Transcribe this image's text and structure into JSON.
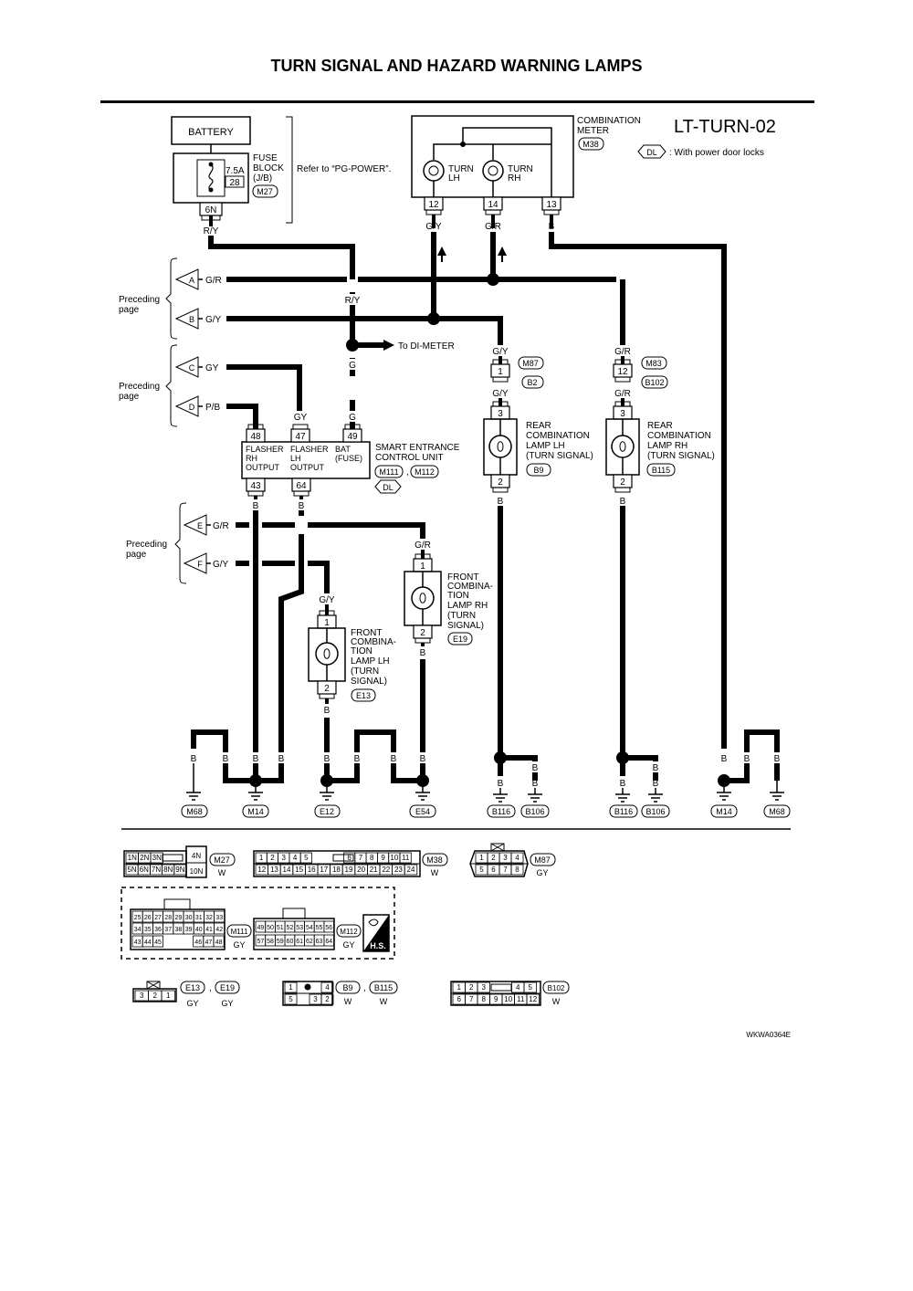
{
  "title": "TURN SIGNAL AND HAZARD WARNING LAMPS",
  "diagram_id": "LT-TURN-02",
  "legend": {
    "badge": "DL",
    "text": ": With power door locks"
  },
  "battery": "BATTERY",
  "fuse_block": {
    "l1": "FUSE",
    "l2": "BLOCK",
    "l3": "(J/B)",
    "conn": "M27",
    "amp": "7.5A",
    "num": "28",
    "pin": "6N",
    "wire": "R/Y"
  },
  "refer": "Refer to “PG-POWER”.",
  "meter": {
    "l1": "COMBINATION",
    "l2": "METER",
    "conn": "M38",
    "lh_l1": "TURN",
    "lh_l2": "LH",
    "rh_l1": "TURN",
    "rh_l2": "RH",
    "pin12": "12",
    "pin14": "14",
    "pin13": "13",
    "w12": "G/Y",
    "w14": "G/R",
    "w13": "B"
  },
  "preceding": {
    "text1": "Preceding",
    "text2": "page",
    "A": "A",
    "B": "B",
    "C": "C",
    "D": "D",
    "E": "E",
    "F": "F",
    "wA": "G/R",
    "wB": "G/Y",
    "wC": "GY",
    "wD": "P/B",
    "wE": "G/R",
    "wF": "G/Y"
  },
  "ry_mid": "R/Y",
  "dimeter": "To DI-METER",
  "g_wire": "G",
  "gy_wire": "GY",
  "secu": {
    "l1": "SMART ENTRANCE",
    "l2": "CONTROL UNIT",
    "conn1": "M111",
    "comma": ",",
    "conn2": "M112",
    "dl": "DL",
    "p48": "48",
    "p47": "47",
    "p49": "49",
    "p43": "43",
    "p64": "64",
    "c1a": "FLASHER",
    "c1b": "RH",
    "c1c": "OUTPUT",
    "c2a": "FLASHER",
    "c2b": "LH",
    "c2c": "OUTPUT",
    "c3a": "BAT",
    "c3b": "(FUSE)"
  },
  "rear_lh": {
    "w_top": "G/Y",
    "conn": "M87",
    "pin": "1",
    "conn2": "B2",
    "w_mid": "G/Y",
    "p_in": "3",
    "p_out": "2",
    "l1": "REAR",
    "l2": "COMBINATION",
    "l3": "LAMP LH",
    "l4": "(TURN SIGNAL)",
    "c": "B9",
    "w_out": "B"
  },
  "rear_rh": {
    "w_top": "G/R",
    "conn": "M83",
    "pin": "12",
    "conn2": "B102",
    "w_mid": "G/R",
    "p_in": "3",
    "p_out": "2",
    "l1": "REAR",
    "l2": "COMBINATION",
    "l3": "LAMP RH",
    "l4": "(TURN SIGNAL)",
    "c": "B115",
    "w_out": "B"
  },
  "front_rh": {
    "w": "G/R",
    "p_in": "1",
    "p_out": "2",
    "l1": "FRONT",
    "l2": "COMBINA-",
    "l3": "TION",
    "l4": "LAMP RH",
    "l5": "(TURN",
    "l6": "SIGNAL)",
    "c": "E19",
    "w_out": "B"
  },
  "front_lh": {
    "w": "G/Y",
    "p_in": "1",
    "p_out": "2",
    "l1": "FRONT",
    "l2": "COMBINA-",
    "l3": "TION",
    "l4": "LAMP LH",
    "l5": "(TURN",
    "l6": "SIGNAL)",
    "c": "E13",
    "w_out": "B"
  },
  "b": "B",
  "grounds": {
    "g1": "M68",
    "g2": "M14",
    "g3": "E12",
    "g4": "E54",
    "g5": "B116",
    "g6": "B106",
    "g7": "B116",
    "g8": "B106",
    "g9": "M14",
    "g10": "M68"
  },
  "conn_views": {
    "m27": {
      "row1": [
        "1N",
        "2N",
        "3N"
      ],
      "row2": [
        "5N",
        "6N",
        "7N",
        "8N",
        "9N"
      ],
      "p4n": "4N",
      "p10n": "10N",
      "name": "M27",
      "color": "W"
    },
    "m38": {
      "row1": [
        "1",
        "2",
        "3",
        "4",
        "5",
        "6",
        "7",
        "8",
        "9",
        "10",
        "11"
      ],
      "row2": [
        "12",
        "13",
        "14",
        "15",
        "16",
        "17",
        "18",
        "19",
        "20",
        "21",
        "22",
        "23",
        "24"
      ],
      "name": "M38",
      "color": "W"
    },
    "m87": {
      "row1": [
        "1",
        "2",
        "3",
        "4"
      ],
      "row2": [
        "5",
        "6",
        "7",
        "8"
      ],
      "name": "M87",
      "color": "GY"
    },
    "m111": {
      "row1": [
        "25",
        "26",
        "27",
        "28",
        "29",
        "30",
        "31",
        "32",
        "33"
      ],
      "row2": [
        "34",
        "35",
        "36",
        "37",
        "38",
        "39",
        "40",
        "41",
        "42"
      ],
      "row3": [
        "43",
        "44",
        "45",
        "46",
        "47",
        "48"
      ],
      "name": "M111",
      "color": "GY"
    },
    "m112": {
      "row1": [
        "49",
        "50",
        "51",
        "52",
        "53",
        "54",
        "55",
        "56"
      ],
      "row2": [
        "57",
        "58",
        "59",
        "60",
        "61",
        "62",
        "63",
        "64"
      ],
      "name": "M112",
      "color": "GY"
    },
    "hs": "H.S.",
    "e13": {
      "pins": [
        "3",
        "2",
        "1"
      ],
      "name1": "E13",
      "name2": "E19",
      "color1": "GY",
      "color2": "GY",
      "comma": ","
    },
    "b9": {
      "row1": [
        "1",
        "4"
      ],
      "row2": [
        "5",
        "3",
        "2"
      ],
      "name1": "B9",
      "name2": "B115",
      "color1": "W",
      "color2": "W",
      "comma": ","
    },
    "b102": {
      "row1": [
        "1",
        "2",
        "3",
        "4",
        "5"
      ],
      "row2": [
        "6",
        "7",
        "8",
        "9",
        "10",
        "11",
        "12"
      ],
      "name": "B102",
      "color": "W"
    }
  },
  "footer_code": "WKWA0364E"
}
